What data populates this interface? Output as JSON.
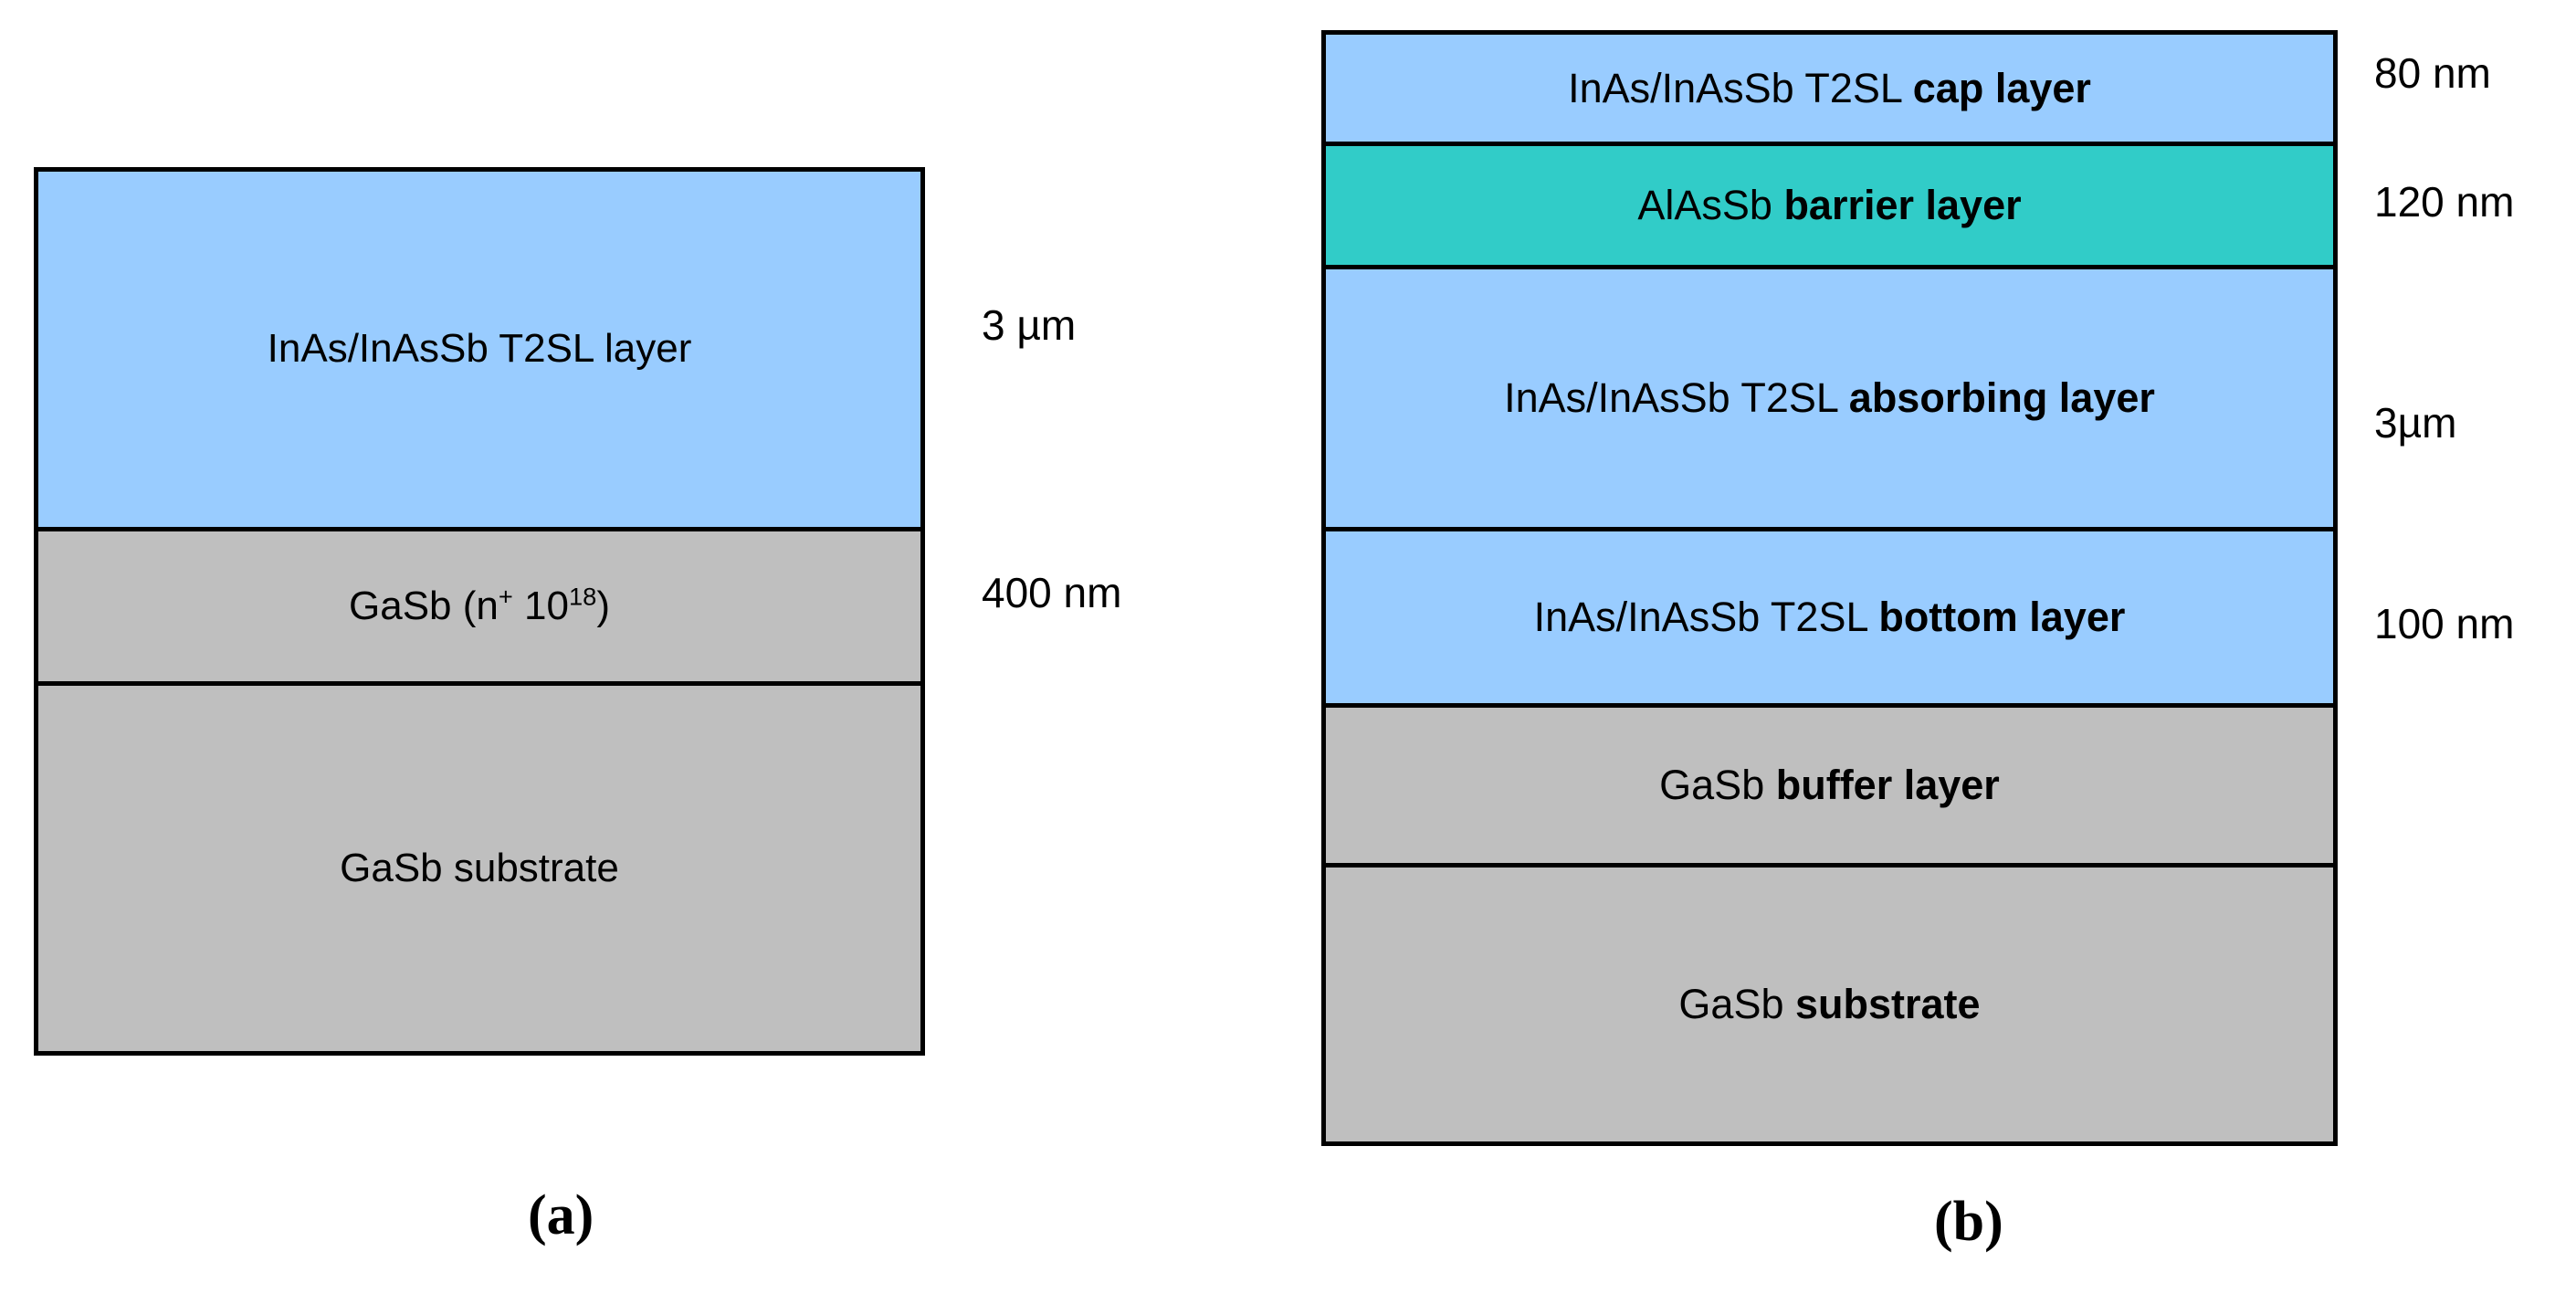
{
  "figure": {
    "colors": {
      "t2sl_blue": "#99CCFF",
      "barrier_teal": "#31CCC8",
      "gasb_gray": "#BFBFBF",
      "outline_black": "#000000",
      "background_white": "#FFFFFF"
    }
  },
  "panel_a": {
    "caption": "(a)",
    "layers": [
      {
        "name": "t2sl-layer",
        "text_plain": "InAs/InAsSb T2SL layer",
        "text_normal": "InAs/InAsSb T2SL layer",
        "text_bold": "",
        "material": "InAs/InAsSb T2SL",
        "color": "#99CCFF",
        "thickness": "3 µm"
      },
      {
        "name": "gasb-n-doped",
        "text_plain": "GaSb (n+ 1018)",
        "text_normal": "GaSb (n",
        "text_sup_1": "+",
        "text_mid": " 10",
        "text_sup_2": "18",
        "text_tail": ")",
        "material": "GaSb",
        "doping": "n+ 10^18",
        "color": "#BFBFBF",
        "thickness": "400 nm"
      },
      {
        "name": "gasb-substrate",
        "text_plain": "GaSb substrate",
        "text_normal": "GaSb substrate",
        "text_bold": "",
        "material": "GaSb",
        "color": "#BFBFBF",
        "thickness": ""
      }
    ]
  },
  "panel_b": {
    "caption": "(b)",
    "layers": [
      {
        "name": "cap-layer",
        "text_normal": "InAs/InAsSb T2SL ",
        "text_bold": "cap layer",
        "material": "InAs/InAsSb T2SL",
        "color": "#99CCFF",
        "thickness": "80 nm"
      },
      {
        "name": "barrier-layer",
        "text_normal": "AlAsSb ",
        "text_bold": "barrier layer",
        "material": "AlAsSb",
        "color": "#31CCC8",
        "thickness": "120 nm"
      },
      {
        "name": "absorbing-layer",
        "text_normal": "InAs/InAsSb T2SL ",
        "text_bold": "absorbing layer",
        "material": "InAs/InAsSb T2SL",
        "color": "#99CCFF",
        "thickness": "3µm"
      },
      {
        "name": "bottom-layer",
        "text_normal": "InAs/InAsSb T2SL  ",
        "text_bold": "bottom layer",
        "material": "InAs/InAsSb T2SL",
        "color": "#99CCFF",
        "thickness": "100 nm"
      },
      {
        "name": "buffer-layer",
        "text_normal": "GaSb  ",
        "text_bold": "buffer layer",
        "material": "GaSb",
        "color": "#BFBFBF",
        "thickness": ""
      },
      {
        "name": "substrate-layer",
        "text_normal": "GaSb  ",
        "text_bold": "substrate",
        "material": "GaSb",
        "color": "#BFBFBF",
        "thickness": ""
      }
    ]
  }
}
